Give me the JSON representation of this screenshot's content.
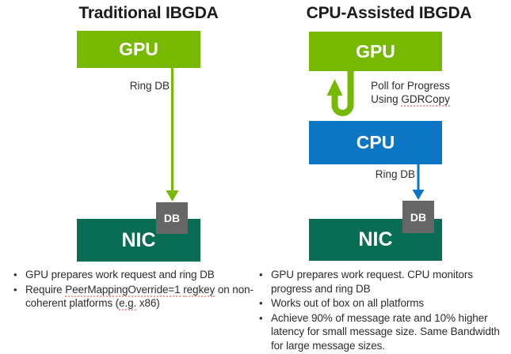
{
  "colors": {
    "gpu_green": "#76b900",
    "cpu_blue": "#0a76c4",
    "nic_teal": "#086d54",
    "db_gray": "#666666",
    "arrow_green": "#76b900",
    "arrow_blue": "#0a76c4",
    "text_dark": "#2d2d2d"
  },
  "left": {
    "title": "Traditional IBGDA",
    "gpu_label": "GPU",
    "ring_db_label": "Ring DB",
    "db_label": "DB",
    "nic_label": "NIC",
    "bullets": {
      "b1": "GPU prepares work request and ring DB",
      "b2_pre": "Require ",
      "b2_u1": "PeerMappingOverride=1",
      "b2_sp1": " ",
      "b2_u2": "regkey",
      "b2_mid": " on non-coherent platforms (",
      "b2_u3": "e.g.",
      "b2_post": " x86)"
    }
  },
  "right": {
    "title": "CPU-Assisted IBGDA",
    "gpu_label": "GPU",
    "poll_line1": "Poll for Progress",
    "poll_line2_pre": "Using ",
    "poll_line2_u": "GDRCopy",
    "cpu_label": "CPU",
    "ring_db_label": "Ring DB",
    "db_label": "DB",
    "nic_label": "NIC",
    "bullets": {
      "b1": "GPU prepares work request. CPU monitors progress and ring DB",
      "b2": "Works out of box on all platforms",
      "b3": "Achieve 90% of message rate and 10% higher latency for small message size. Same Bandwidth for large message sizes."
    }
  }
}
